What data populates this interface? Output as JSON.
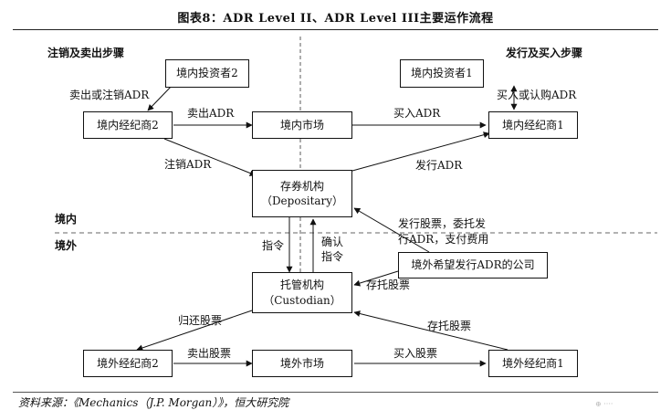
{
  "title": "图表8：ADR Level II、ADR Level III主要运作流程",
  "sections": {
    "left": "注销及卖出步骤",
    "right": "发行及买入步骤"
  },
  "zones": {
    "domestic": "境内",
    "overseas": "境外"
  },
  "boxes": {
    "investor2": "境内投资者2",
    "investor1": "境内投资者1",
    "broker2": "境内经纪商2",
    "market": "境内市场",
    "broker1": "境内经纪商1",
    "depositary": {
      "line1": "存券机构",
      "line2": "（Depositary）"
    },
    "company": "境外希望发行ADR的公司",
    "custodian": {
      "line1": "托管机构",
      "line2": "（Custodian）"
    },
    "fbroker2": "境外经纪商2",
    "fmarket": "境外市场",
    "fbroker1": "境外经纪商1"
  },
  "edges": {
    "sell_or_cancel": "卖出或注销ADR",
    "sell_adr": "卖出ADR",
    "buy_adr": "买入ADR",
    "buy_or_subscribe": "买入或认购ADR",
    "cancel_adr": "注销ADR",
    "issue_adr": "发行ADR",
    "issue_shares_1": "发行股票，委托发",
    "issue_shares_2": "行ADR，支付费用",
    "instruction": "指令",
    "confirm_1": "确认",
    "confirm_2": "指令",
    "deposit_shares_1": "存托股票",
    "return_shares": "归还股票",
    "deposit_shares_2": "存托股票",
    "sell_shares": "卖出股票",
    "buy_shares": "买入股票"
  },
  "source": "资料来源：《Mechanics（J.P. Morgan）》，恒大研究院"
}
